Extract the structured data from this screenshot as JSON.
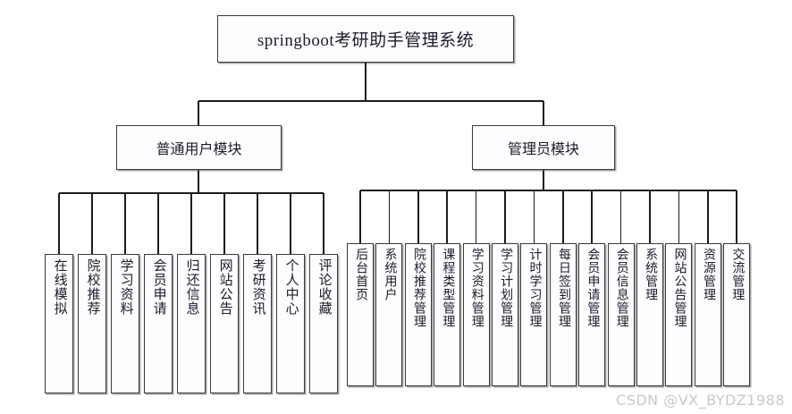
{
  "diagram": {
    "type": "organization-tree",
    "title": "springboot考研助手管理系统",
    "root": {
      "label": "springboot考研助手管理系统"
    },
    "modules": [
      {
        "id": "user-module",
        "label": "普通用户模块",
        "children": [
          {
            "label": "在线模拟"
          },
          {
            "label": "院校推荐"
          },
          {
            "label": "学习资料"
          },
          {
            "label": "会员申请"
          },
          {
            "label": "归还信息"
          },
          {
            "label": "网站公告"
          },
          {
            "label": "考研资讯"
          },
          {
            "label": "个人中心"
          },
          {
            "label": "评论收藏"
          }
        ]
      },
      {
        "id": "admin-module",
        "label": "管理员模块",
        "children": [
          {
            "label": "后台首页"
          },
          {
            "label": "系统用户"
          },
          {
            "label": "院校推荐管理"
          },
          {
            "label": "课程类型管理"
          },
          {
            "label": "学习资料管理"
          },
          {
            "label": "学习计划管理"
          },
          {
            "label": "计时学习管理"
          },
          {
            "label": "每日签到管理"
          },
          {
            "label": "会员申请管理"
          },
          {
            "label": "会员信息管理"
          },
          {
            "label": "系统管理"
          },
          {
            "label": "网站公告管理"
          },
          {
            "label": "资源管理"
          },
          {
            "label": "交流管理"
          }
        ]
      }
    ]
  },
  "watermark": {
    "text": "CSDN @VX_BYDZ1988"
  },
  "colors": {
    "line": "#1c1c1c",
    "box_border": "#3a3a3a",
    "box_fill": "#fdfdff",
    "text": "#1b1b2b",
    "watermark": "#c9c9c9",
    "background": "#ffffff"
  }
}
